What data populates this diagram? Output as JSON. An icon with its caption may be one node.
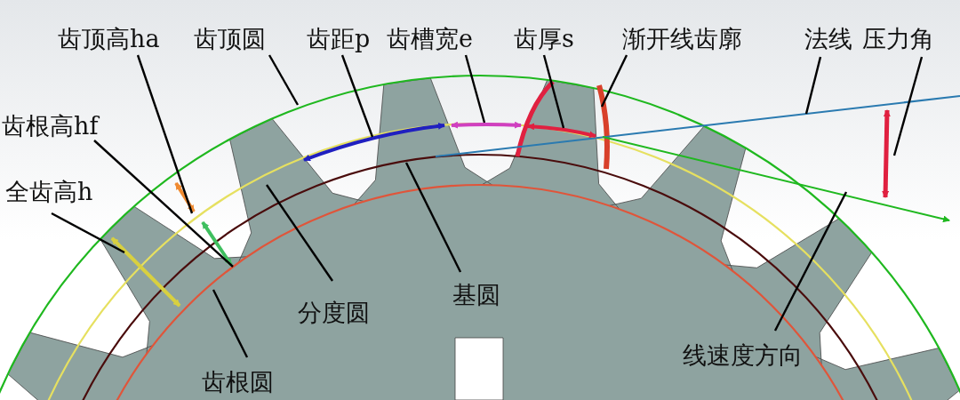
{
  "diagram": {
    "nodes": [
      {
        "text": [
          "齿顶高ha"
        ]
      },
      {
        "text": [
          "齿顶圆"
        ]
      },
      {
        "text": [
          "齿距p"
        ]
      },
      {
        "text": [
          "齿槽宽e"
        ]
      },
      {
        "text": [
          "齿厚s"
        ]
      },
      {
        "text": [
          "渐开线齿廓"
        ]
      },
      {
        "text": [
          "法线"
        ]
      },
      {
        "text": [
          "压力角"
        ]
      },
      {
        "text": [
          "齿根高hf"
        ]
      },
      {
        "text": [
          "全齿高h"
        ]
      },
      {
        "text": [
          "分度圆"
        ]
      },
      {
        "text": [
          "基圆"
        ]
      },
      {
        "text": [
          "齿根圆"
        ]
      },
      {
        "text": [
          "线速度方向"
        ]
      }
    ],
    "edges": [
      {
        "from": 0,
        "to": null,
        "arrow": "none"
      },
      {
        "from": 1,
        "to": null,
        "arrow": "none"
      },
      {
        "from": 2,
        "to": null,
        "arrow": "none"
      },
      {
        "from": 3,
        "to": null,
        "arrow": "none"
      },
      {
        "from": 4,
        "to": null,
        "arrow": "none"
      },
      {
        "from": 5,
        "to": null,
        "arrow": "none"
      },
      {
        "from": 6,
        "to": null,
        "arrow": "none"
      },
      {
        "from": 7,
        "to": null,
        "arrow": "none"
      },
      {
        "from": 8,
        "to": null,
        "arrow": "none"
      },
      {
        "from": 9,
        "to": null,
        "arrow": "none"
      },
      {
        "from": 10,
        "to": null,
        "arrow": "none"
      },
      {
        "from": 11,
        "to": null,
        "arrow": "none"
      },
      {
        "from": 12,
        "to": null,
        "arrow": "none"
      },
      {
        "from": 13,
        "to": null,
        "arrow": "none"
      }
    ]
  }
}
